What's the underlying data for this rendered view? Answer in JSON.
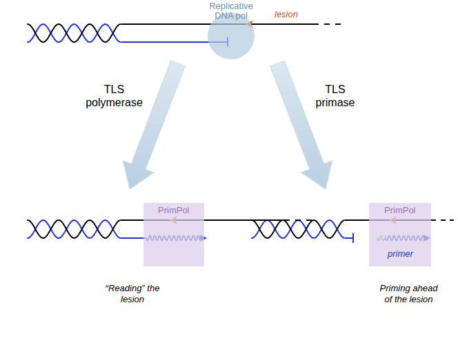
{
  "diagram": {
    "nodes": [
      {
        "text": [
          "Replicative DNA pol"
        ]
      },
      {
        "text": [
          "PrimPol"
        ]
      },
      {
        "text": [
          "PrimPol",
          "primer"
        ]
      }
    ],
    "labels": [
      "lesion",
      "TLS polymerase",
      "TLS primase",
      "“Reading” the lesion",
      "Priming ahead of the lesion"
    ]
  }
}
